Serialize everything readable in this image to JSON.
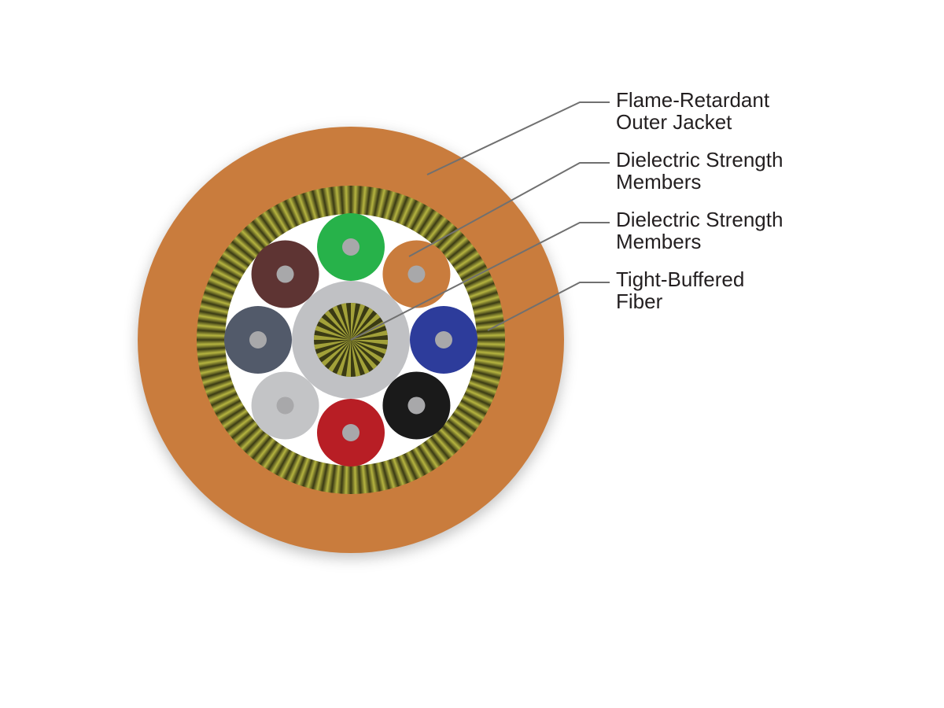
{
  "diagram": {
    "labels": [
      {
        "line1": "Flame-Retardant",
        "line2": "Outer Jacket"
      },
      {
        "line1": "Dielectric Strength",
        "line2": "Members"
      },
      {
        "line1": "Dielectric Strength",
        "line2": "Members"
      },
      {
        "line1": "Tight-Buffered",
        "line2": "Fiber"
      }
    ],
    "colors": {
      "jacket": "#c97c3d",
      "yarn_light": "#b5b440",
      "yarn_dark": "#3a3a14",
      "central_ring": "#c0c1c4",
      "fiber_core": "#a8a8aa",
      "leader": "#707070"
    },
    "fibers": [
      {
        "name": "green",
        "color": "#27b24a"
      },
      {
        "name": "orange",
        "color": "#c97c3d"
      },
      {
        "name": "blue",
        "color": "#2d3c9b"
      },
      {
        "name": "black",
        "color": "#1a1a1a"
      },
      {
        "name": "red",
        "color": "#b81e25"
      },
      {
        "name": "white",
        "color": "#c3c4c6"
      },
      {
        "name": "slate",
        "color": "#525a6a"
      },
      {
        "name": "brown",
        "color": "#5e3433"
      }
    ]
  }
}
